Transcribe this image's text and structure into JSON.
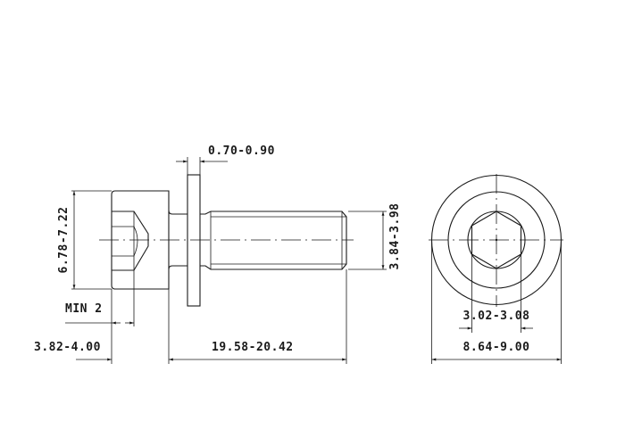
{
  "drawing": {
    "dimensions": {
      "washer_thickness": "0.70-0.90",
      "head_diameter": "6.78-7.22",
      "thread_diameter": "3.84-3.98",
      "socket_depth": "MIN 2",
      "head_height": "3.82-4.00",
      "shank_length": "19.58-20.42",
      "socket_across_flats": "3.02-3.08",
      "washer_diameter": "8.64-9.00"
    }
  }
}
